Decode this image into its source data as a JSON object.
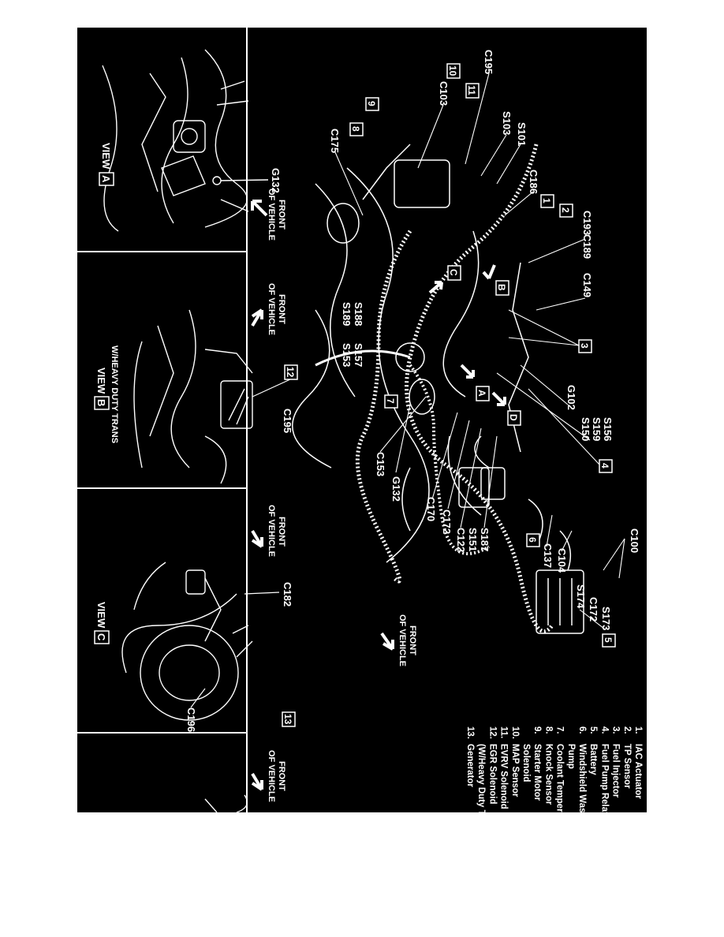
{
  "views": {
    "a": {
      "prefix": "VIEW",
      "letter": "A",
      "connector": "G132",
      "front": [
        "FRONT",
        "OF VEHICLE"
      ]
    },
    "b": {
      "prefix": "VIEW",
      "letter": "B",
      "subtitle": "W/HEAVY DUTY TRANS",
      "connector": "C195",
      "callout": "12",
      "front": [
        "FRONT",
        "OF VEHICLE"
      ]
    },
    "c": {
      "prefix": "VIEW",
      "letter": "C",
      "connectors": [
        "C182",
        "C196"
      ],
      "callout": "13",
      "front": [
        "FRONT",
        "OF VEHICLE"
      ]
    },
    "d": {
      "front": [
        "FRONT",
        "OF VEHICLE"
      ]
    }
  },
  "main": {
    "front": [
      "FRONT",
      "OF VEHICLE"
    ],
    "labels": {
      "c195": "C195",
      "c103": "C103",
      "s103": "S103",
      "s101": "S101",
      "c175": "C175",
      "c186": "C186",
      "c193": "C193",
      "c189": "C189",
      "c149": "C149",
      "s188": "S188",
      "s189": "S189",
      "s157": "S157",
      "s153": "S153",
      "g102": "G102",
      "s156": "S156",
      "s159": "S159",
      "s150": "S150",
      "c153": "C153",
      "g132": "G132",
      "c170": "C170",
      "c172a": "C172",
      "c122": "C122",
      "s151": "S151",
      "s187": "S187",
      "c137": "C137",
      "c104": "C104",
      "s174": "S174",
      "c172b": "C172",
      "s173": "S173",
      "c100": "C100"
    },
    "callouts": {
      "n1": "1",
      "n2": "2",
      "n3": "3",
      "n4": "4",
      "n5": "5",
      "n6": "6",
      "n7": "7",
      "n8": "8",
      "n9": "9",
      "n10": "10",
      "n11": "11"
    },
    "view_refs": {
      "a": "A",
      "b": "B",
      "c": "C",
      "d": "D"
    }
  },
  "legend": [
    {
      "num": "1.",
      "text": "IAC Actuator"
    },
    {
      "num": "2.",
      "text": "TP Sensor"
    },
    {
      "num": "3.",
      "text": "Fuel Injector"
    },
    {
      "num": "4.",
      "text": "Fuel Pump Relay"
    },
    {
      "num": "5.",
      "text": "Battery"
    },
    {
      "num": "6.",
      "text": "Windshield Washe"
    },
    {
      "num": "",
      "text": "Pump"
    },
    {
      "num": "7.",
      "text": "Coolant Temperatu"
    },
    {
      "num": "8.",
      "text": "Knock Sensor"
    },
    {
      "num": "9.",
      "text": "Starter Motor"
    },
    {
      "num": "",
      "text": "Solenoid"
    },
    {
      "num": "10.",
      "text": "MAP Sensor"
    },
    {
      "num": "11.",
      "text": "EVRV Solenoid"
    },
    {
      "num": "12.",
      "text": "EGR Solenoid"
    },
    {
      "num": "",
      "text": "(W/Heavy Duty Tra"
    },
    {
      "num": "13.",
      "text": "Generator"
    }
  ],
  "colors": {
    "background": "#000000",
    "ink": "#ffffff",
    "paper": "#ffffff"
  }
}
